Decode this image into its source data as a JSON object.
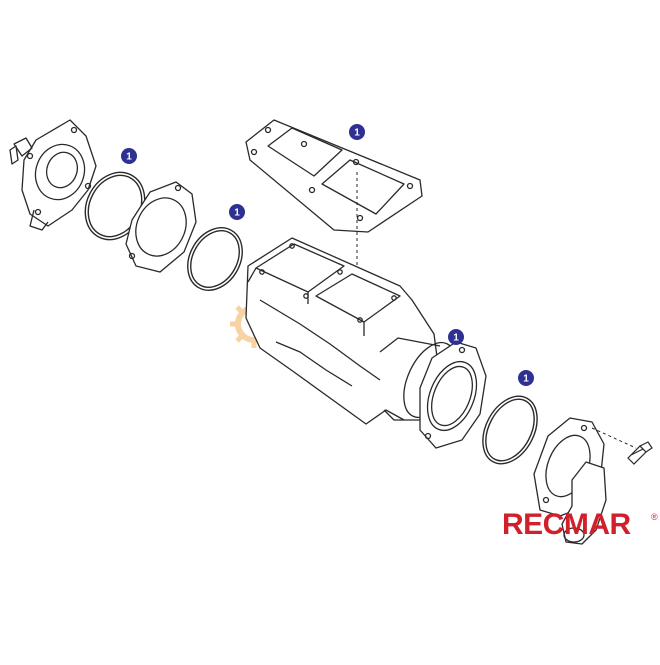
{
  "diagram": {
    "callouts": [
      {
        "id": "gasket-top",
        "label": "1"
      },
      {
        "id": "oring-left",
        "label": "1"
      },
      {
        "id": "oring-mid",
        "label": "1"
      },
      {
        "id": "gasket-flange",
        "label": "1"
      },
      {
        "id": "oring-right",
        "label": "1"
      }
    ],
    "watermark": "marinedisco",
    "brand": "RECMAR",
    "brand_mark": "®"
  },
  "colors": {
    "line": "#2a2a2a",
    "callout_fill": "#2e3192",
    "brand_red": "#d11f2c",
    "watermark_gear": "#f3b56a"
  }
}
